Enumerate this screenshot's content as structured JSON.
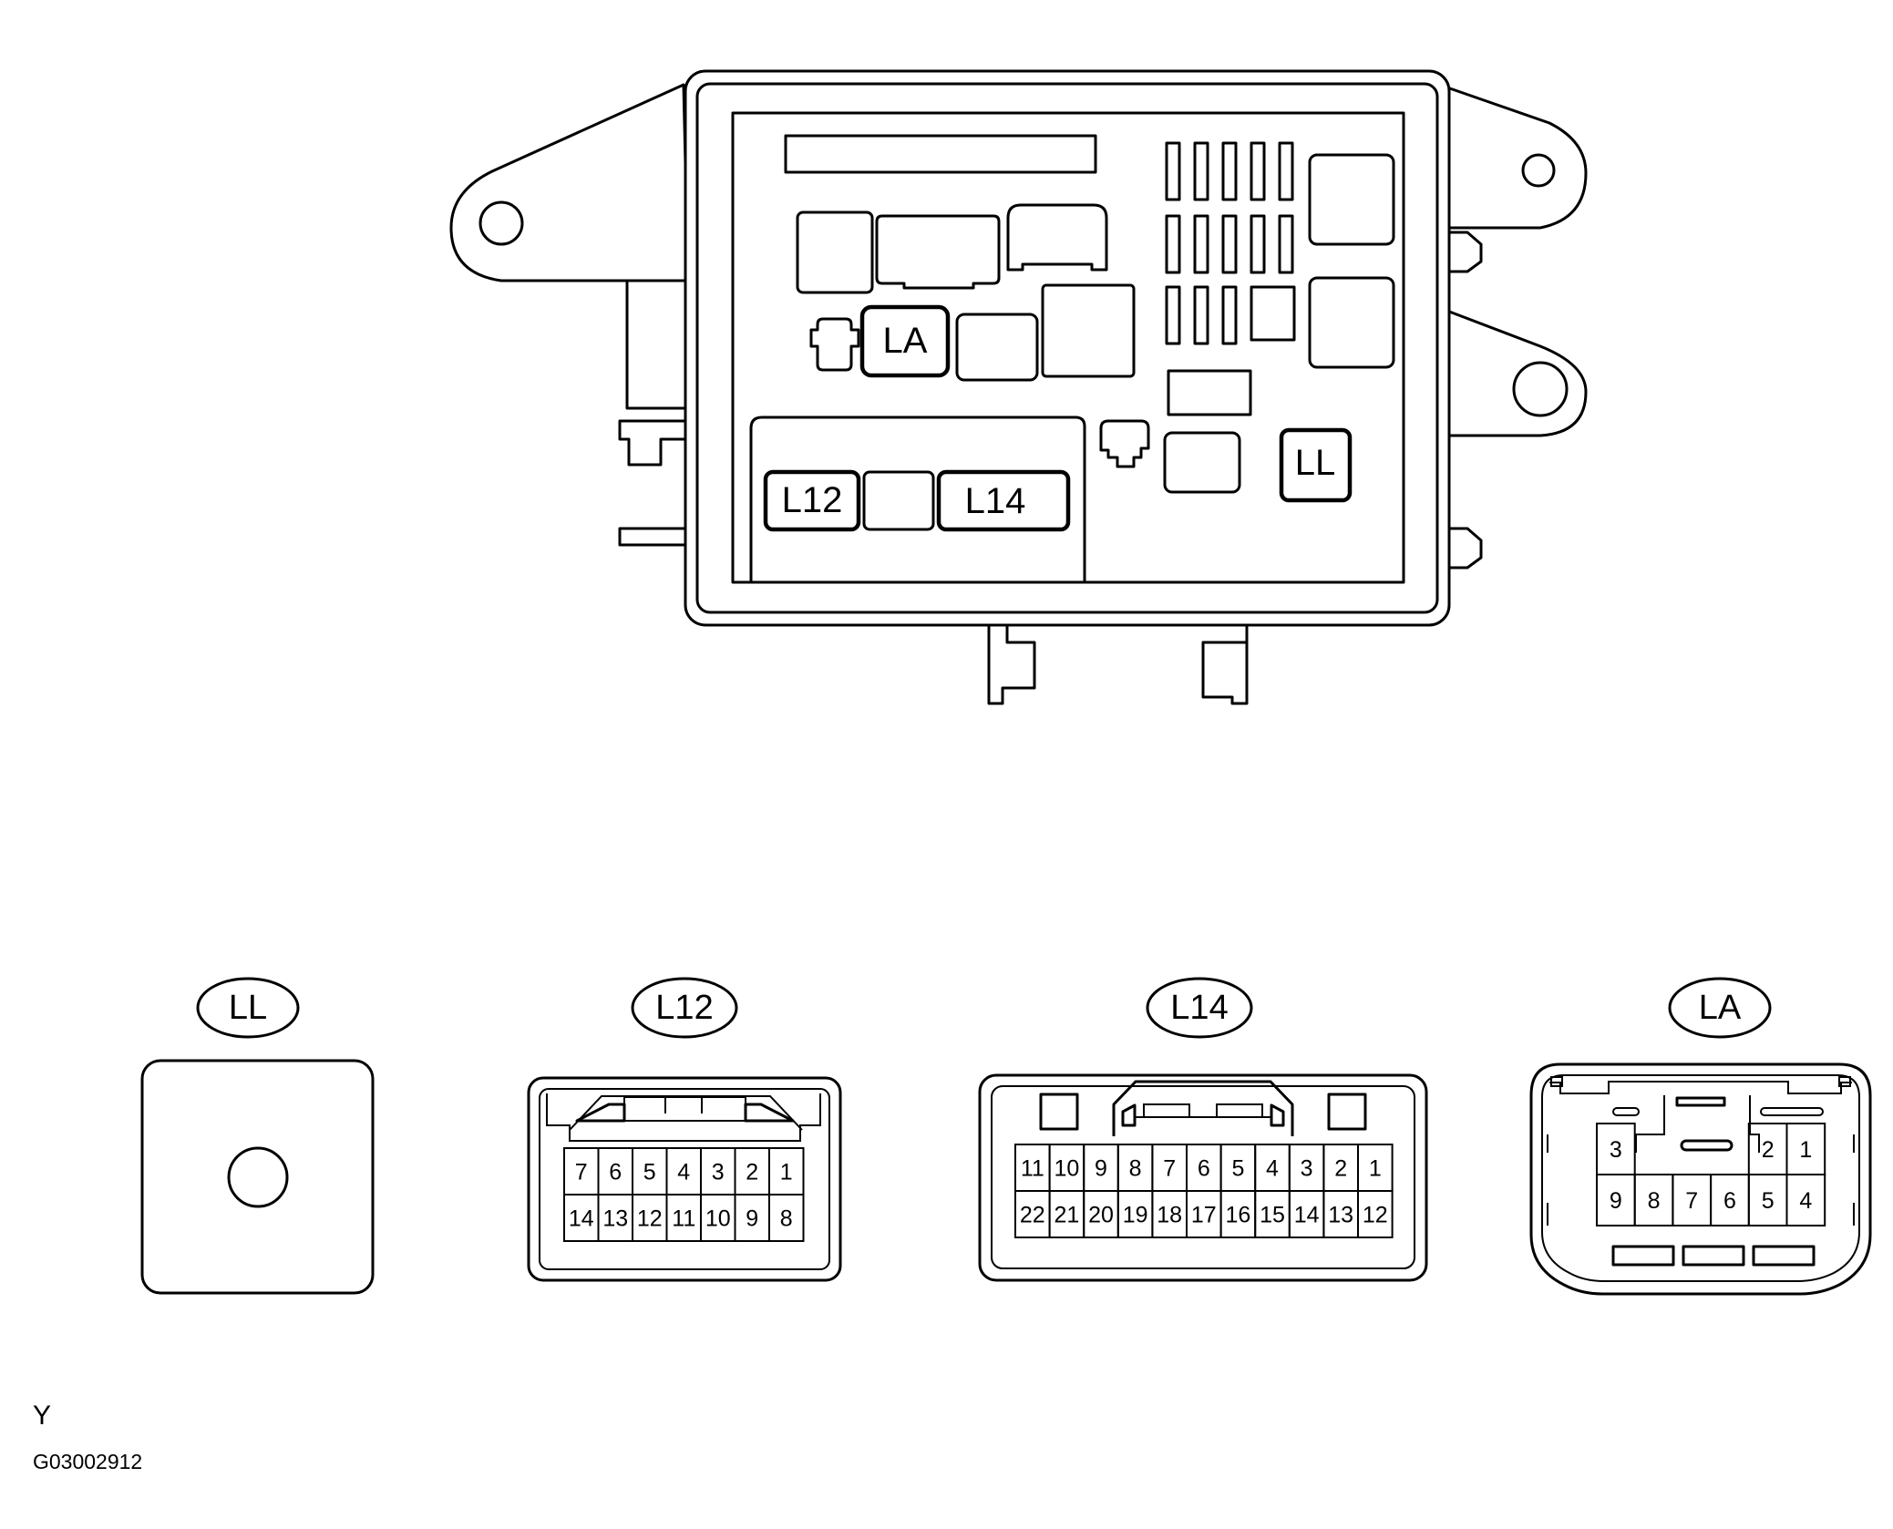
{
  "junction_block": {
    "slot_labels": {
      "la": "LA",
      "l12": "L12",
      "l14": "L14",
      "ll": "LL"
    }
  },
  "connectors": [
    {
      "id": "LL",
      "label": "LL"
    },
    {
      "id": "L12",
      "label": "L12",
      "pins_top": [
        "7",
        "6",
        "5",
        "4",
        "3",
        "2",
        "1"
      ],
      "pins_bottom": [
        "14",
        "13",
        "12",
        "11",
        "10",
        "9",
        "8"
      ]
    },
    {
      "id": "L14",
      "label": "L14",
      "pins_top": [
        "11",
        "10",
        "9",
        "8",
        "7",
        "6",
        "5",
        "4",
        "3",
        "2",
        "1"
      ],
      "pins_bottom": [
        "22",
        "21",
        "20",
        "19",
        "18",
        "17",
        "16",
        "15",
        "14",
        "13",
        "12"
      ]
    },
    {
      "id": "LA",
      "label": "LA",
      "pins_top": [
        "3",
        "2",
        "1"
      ],
      "pins_bottom": [
        "9",
        "8",
        "7",
        "6",
        "5",
        "4"
      ]
    }
  ],
  "footer": {
    "letter": "Y",
    "code": "G03002912"
  }
}
